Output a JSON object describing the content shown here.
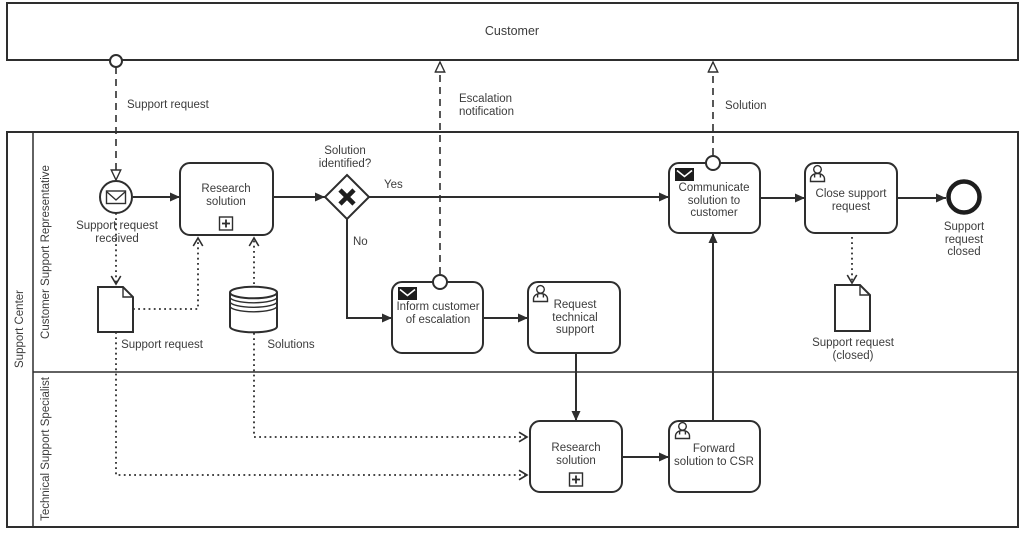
{
  "pools": {
    "customer": {
      "label": "Customer"
    },
    "support_center": {
      "label": "Support Center",
      "lanes": {
        "csr": {
          "label": "Customer Support Representative"
        },
        "tss": {
          "label": "Technical Support Specialist"
        }
      }
    }
  },
  "events": {
    "start": {
      "label": "Support request\nreceived",
      "type": "message-start-event"
    },
    "end": {
      "label": "Support request\nclosed",
      "type": "end-event"
    }
  },
  "tasks": {
    "research_csr": {
      "label": "Research\nsolution",
      "marker": "subprocess-plus"
    },
    "inform_customer": {
      "label": "Inform customer\nof escalation",
      "icon": "send-message"
    },
    "request_support": {
      "label": "Request\ntechnical\nsupport",
      "icon": "user"
    },
    "research_tss": {
      "label": "Research\nsolution",
      "marker": "subprocess-plus"
    },
    "forward_solution": {
      "label": "Forward\nsolution to CSR",
      "icon": "user"
    },
    "communicate_solution": {
      "label": "Communicate\nsolution to\ncustomer",
      "icon": "send-message"
    },
    "close_request": {
      "label": "Close support\nrequest",
      "icon": "user"
    }
  },
  "gateway": {
    "label": "Solution\nidentified?",
    "yes_label": "Yes",
    "no_label": "No",
    "type": "exclusive-xor"
  },
  "data_objects": {
    "support_request": {
      "label": "Support request",
      "type": "data-object"
    },
    "solutions": {
      "label": "Solutions",
      "type": "data-store"
    },
    "support_request_closed": {
      "label": "Support request\n(closed)",
      "type": "data-object"
    }
  },
  "message_flows": {
    "support_request": {
      "label": "Support request"
    },
    "escalation": {
      "label": "Escalation\nnotification"
    },
    "solution": {
      "label": "Solution"
    }
  },
  "colors": {
    "stroke": "#2e2e2e",
    "text": "#3c3c3c",
    "background": "#ffffff",
    "icon_fill": "#1d1d1d"
  }
}
